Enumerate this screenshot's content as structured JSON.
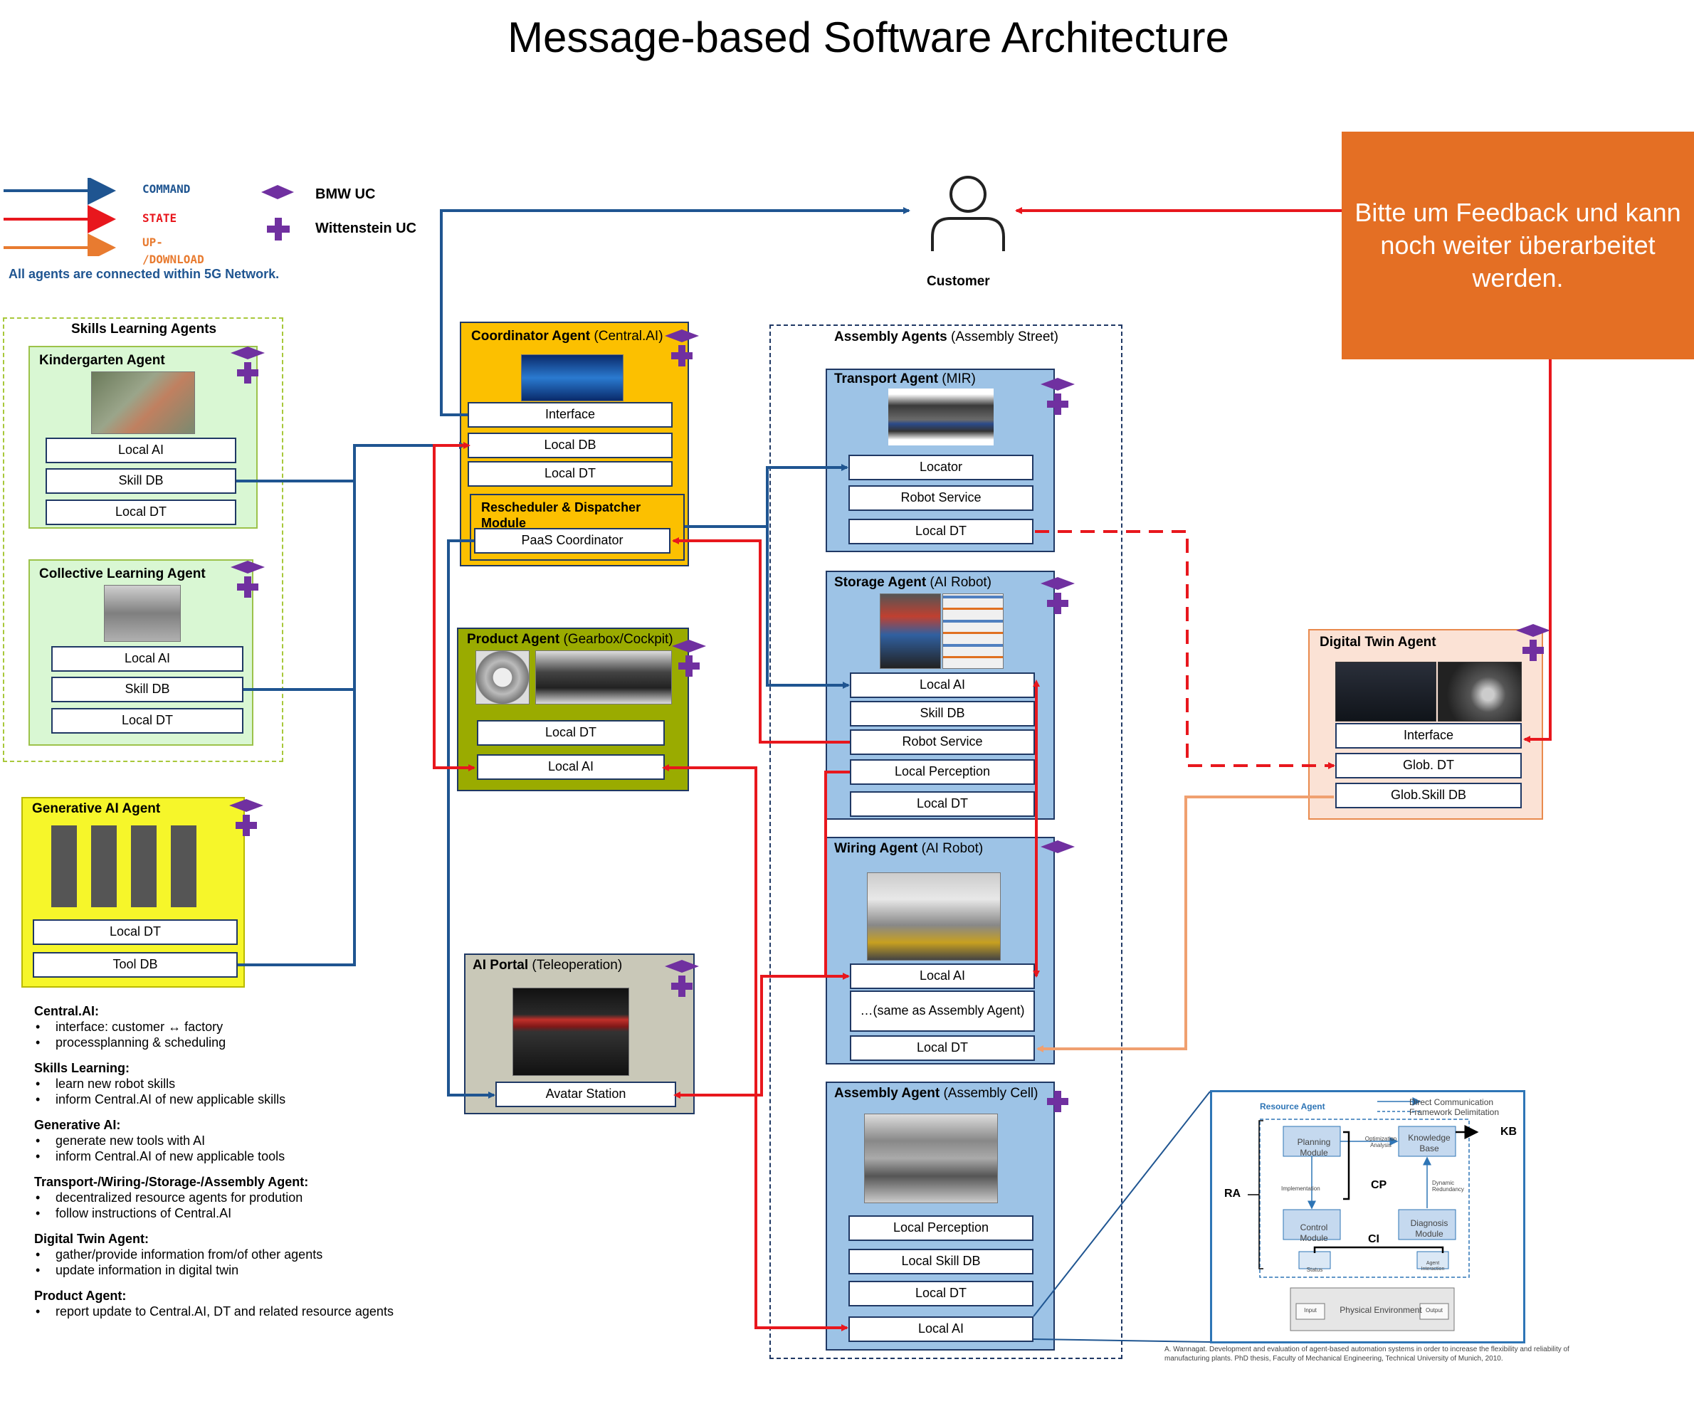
{
  "title": "Message-based Software Architecture",
  "legend": {
    "command": "COMMAND",
    "state": "STATE",
    "updownload": "UP-\n/DOWNLOAD",
    "network_note": "All agents are connected within 5G Network.",
    "bmw_uc": "BMW UC",
    "wittenstein_uc": "Wittenstein UC"
  },
  "colors": {
    "command": "#1f5591",
    "state": "#e8171d",
    "updownload": "#f0a070",
    "uc": "#7030a0",
    "feedback": "#e46f24"
  },
  "customer": {
    "label": "Customer",
    "icon": "person-icon"
  },
  "feedback_note": "Bitte um Feedback und kann noch weiter überarbeitet werden.",
  "skills_group": {
    "title": "Skills Learning Agents"
  },
  "kindergarten": {
    "title": "Kindergarten Agent",
    "fields": [
      "Local AI",
      "Skill DB",
      "Local DT"
    ]
  },
  "collective": {
    "title": "Collective Learning Agent",
    "fields": [
      "Local AI",
      "Skill DB",
      "Local DT"
    ]
  },
  "generative": {
    "title": "Generative AI Agent",
    "fields": [
      "Local DT",
      "Tool DB"
    ]
  },
  "coordinator": {
    "title": "Coordinator Agent",
    "subtitle": " (Central.AI)",
    "fields": [
      "Interface",
      "Local DB",
      "Local DT"
    ],
    "module_title": "Rescheduler  & Dispatcher Module",
    "module_field": "PaaS Coordinator"
  },
  "product": {
    "title": "Product Agent",
    "subtitle": " (Gearbox/Cockpit)",
    "fields": [
      "Local DT",
      "Local AI"
    ]
  },
  "portal": {
    "title": "AI Portal",
    "subtitle": " (Teleoperation)",
    "fields": [
      "Avatar Station"
    ]
  },
  "assembly_group": {
    "title": "Assembly Agents",
    "subtitle": " (Assembly Street)"
  },
  "transport": {
    "title": "Transport Agent",
    "subtitle": " (MIR)",
    "fields": [
      "Locator",
      "Robot Service",
      "Local DT"
    ]
  },
  "storage": {
    "title": "Storage Agent",
    "subtitle": " (AI Robot)",
    "fields": [
      "Local AI",
      "Skill DB",
      "Robot Service",
      "Local Perception",
      "Local DT"
    ]
  },
  "wiring": {
    "title": "Wiring Agent",
    "subtitle": " (AI Robot)",
    "fields": [
      "Local AI",
      "…(same as Assembly Agent)",
      "Local DT"
    ]
  },
  "assembly": {
    "title": "Assembly Agent",
    "subtitle": " (Assembly Cell)",
    "fields": [
      "Local Perception",
      "Local Skill DB",
      "Local DT",
      "Local AI"
    ]
  },
  "digital_twin": {
    "title": "Digital Twin Agent",
    "fields": [
      "Interface",
      "Glob. DT",
      "Glob.Skill DB"
    ]
  },
  "descriptions": [
    {
      "heading": "Central.AI",
      "items": [
        "interface: customer ↔ factory",
        "processplanning & scheduling"
      ]
    },
    {
      "heading": "Skills Learning",
      "items": [
        "learn new robot skills",
        "inform Central.AI of new applicable skills"
      ]
    },
    {
      "heading": "Generative AI",
      "items": [
        "generate new tools with AI",
        "inform Central.AI of new applicable tools"
      ]
    },
    {
      "heading": "Transport-/Wiring-/Storage-/Assembly Agent",
      "items": [
        "decentralized resource agents for prodution",
        "follow instructions of Central.AI"
      ]
    },
    {
      "heading": "Digital Twin Agent",
      "items": [
        "gather/provide information from/of other agents",
        "update information in digital twin"
      ]
    },
    {
      "heading": "Product Agent",
      "items": [
        "report update to Central.AI, DT and related resource agents"
      ]
    }
  ],
  "reference_figure": {
    "title": "Resource Agent",
    "legend_direct": "Direct Communication",
    "legend_framework": "Framework Delimitation",
    "planning": "Planning Module",
    "knowledge": "Knowledge Base",
    "control": "Control Module",
    "diagnosis": "Diagnosis Module",
    "optimization": "Optimization Analysis",
    "implementation": "Implementation",
    "dynamic": "Dynamic Redundancy",
    "status": "Status",
    "agent_interaction": "Agent Interaction",
    "physical": "Physical Environment",
    "input": "Input",
    "output": "Output",
    "kb": "KB",
    "cp": "CP",
    "ci": "CI",
    "ra": "RA"
  },
  "citation": "A. Wannagat. Development and evaluation of agent-based automation systems in order to increase the flexibility and reliability of manufacturing plants. PhD thesis, Faculty of Mechanical Engineering, Technical University of Munich, 2010."
}
